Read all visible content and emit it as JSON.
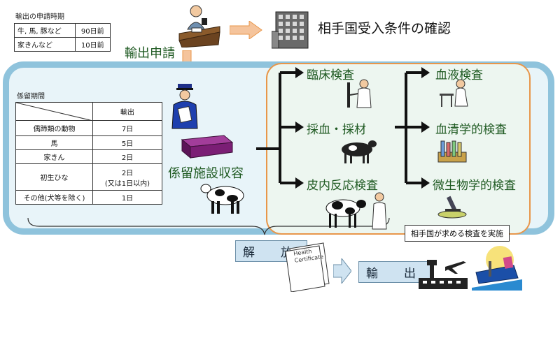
{
  "application_table": {
    "caption": "輸出の申請時期",
    "rows": [
      {
        "category": "牛, 馬, 豚など",
        "period": "90日前"
      },
      {
        "category": "家きんなど",
        "period": "10日前"
      }
    ]
  },
  "confirm_label": "相手国受入条件の確認",
  "export_apply_label": "輸出申請",
  "retention_table": {
    "caption": "係留期間",
    "header": "輸出",
    "rows": [
      {
        "category": "偶蹄類の動物",
        "period": "7日"
      },
      {
        "category": "馬",
        "period": "5日"
      },
      {
        "category": "家きん",
        "period": "2日"
      },
      {
        "category": "初生ひな",
        "period": "2日",
        "period_note": "(又は1日以内)"
      },
      {
        "category": "その他(犬等を除く)",
        "period": "1日"
      }
    ]
  },
  "facility_label": "係留施設収容",
  "inspections_primary": [
    "臨床検査",
    "採血・採材",
    "皮内反応検査"
  ],
  "inspections_secondary": [
    "血液検査",
    "血清学的検査",
    "微生物学的検査"
  ],
  "inspection_note": "相手国が求める検査を実施",
  "release_label": "解　放",
  "certificate_text": "Health Certificate",
  "export_label": "輸　出",
  "colors": {
    "band": "#8fc3dc",
    "orange": "#e8964a",
    "green": "#1f5a22",
    "step": "#cfe3f1"
  }
}
